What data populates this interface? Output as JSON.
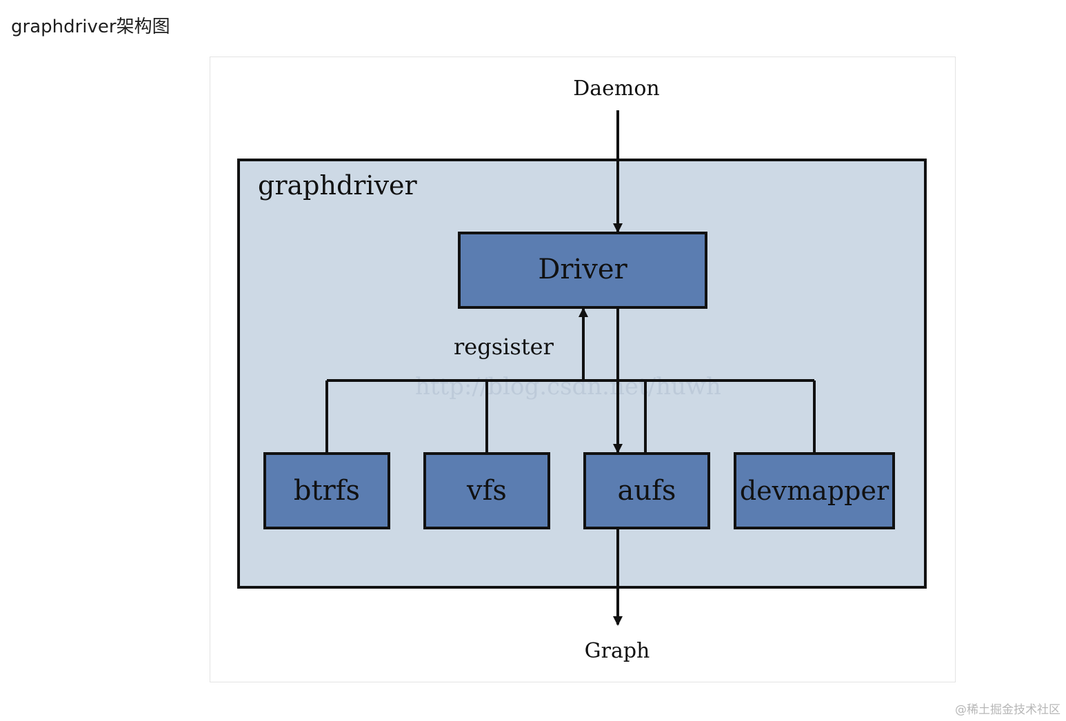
{
  "page": {
    "heading": "graphdriver架构图",
    "watermark": "@稀土掘金技术社区"
  },
  "diagram": {
    "url_watermark": "http://blog.csdn.net/huwh",
    "nodes": {
      "daemon": "Daemon",
      "container": "graphdriver",
      "driver": "Driver",
      "btrfs": "btrfs",
      "vfs": "vfs",
      "aufs": "aufs",
      "devmapper": "devmapper",
      "graph": "Graph"
    },
    "edge_labels": {
      "register": "regsister"
    },
    "colors": {
      "container_fill": "#cdd9e5",
      "box_fill": "#5b7db1",
      "stroke": "#111111",
      "text": "#111111"
    }
  }
}
